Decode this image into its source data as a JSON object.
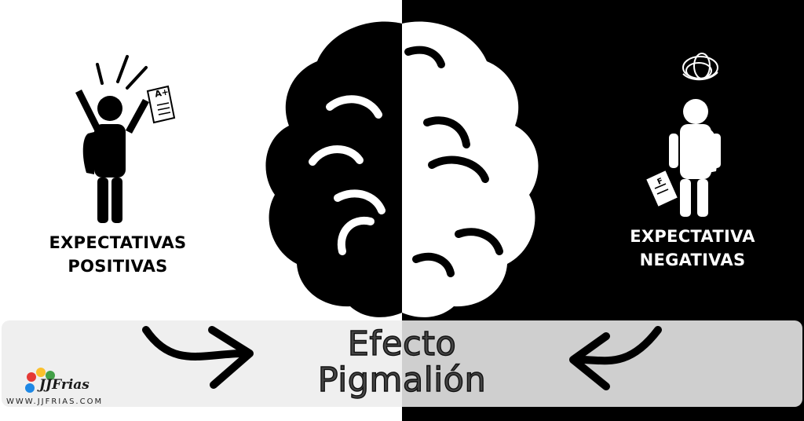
{
  "left_label": [
    "EXPECTATIVAS",
    "POSITIVAS"
  ],
  "right_label": [
    "EXPECTATIVA",
    "NEGATIVAS"
  ],
  "title": [
    "Efecto",
    "Pigmalión"
  ],
  "paper_grades": {
    "positive": "A+",
    "negative": "F"
  },
  "logo": {
    "name": "JJFrias",
    "url": "WWW.JJFRIAS.COM"
  },
  "colors": {
    "left_bg": "#ffffff",
    "right_bg": "#000000",
    "banner_left": "#efefef",
    "banner_right": "#cfcfcf"
  }
}
